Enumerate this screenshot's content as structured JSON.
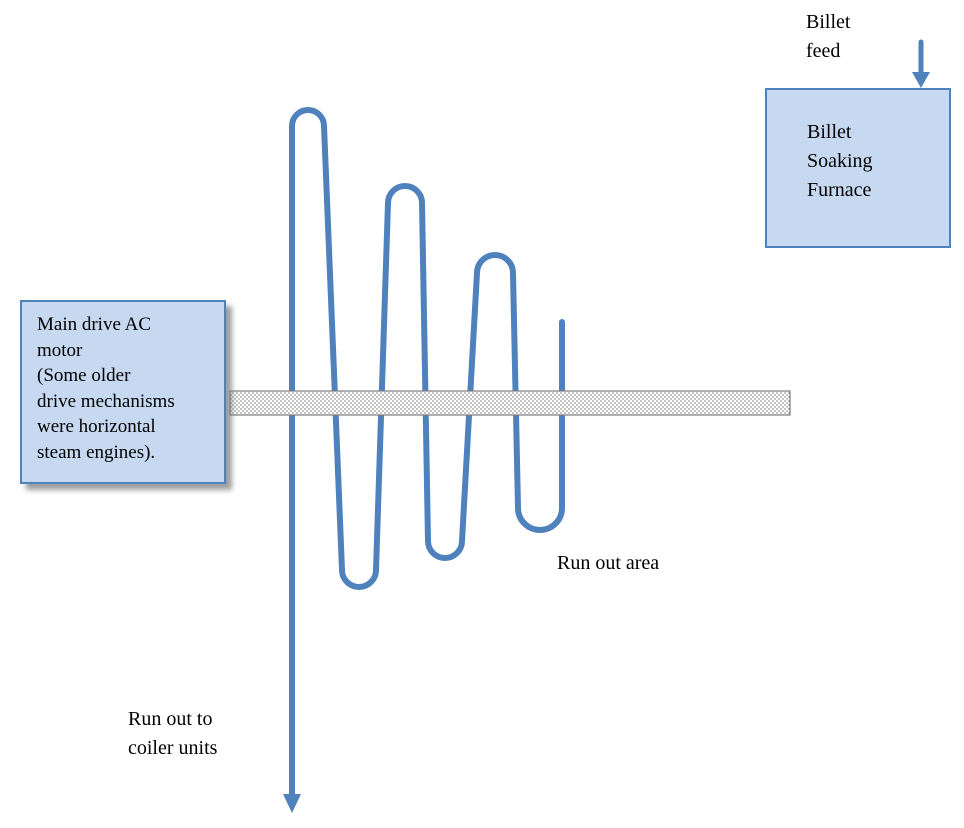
{
  "diagram": {
    "billet_feed_label": "Billet\nfeed",
    "furnace_box_label": "Billet\nSoaking\nFurnace",
    "motor_box_label": "Main drive AC\nmotor\n(Some older\ndrive mechanisms\nwere horizontal\nsteam engines).",
    "run_out_area_label": "Run out area",
    "run_out_coiler_label": "Run out to\ncoiler units"
  },
  "colors": {
    "strand_blue": "#4f81bd",
    "box_fill": "#c6d9f1",
    "box_border": "#4f81bd",
    "bar_border": "#7f7f7f",
    "text": "#000000"
  }
}
